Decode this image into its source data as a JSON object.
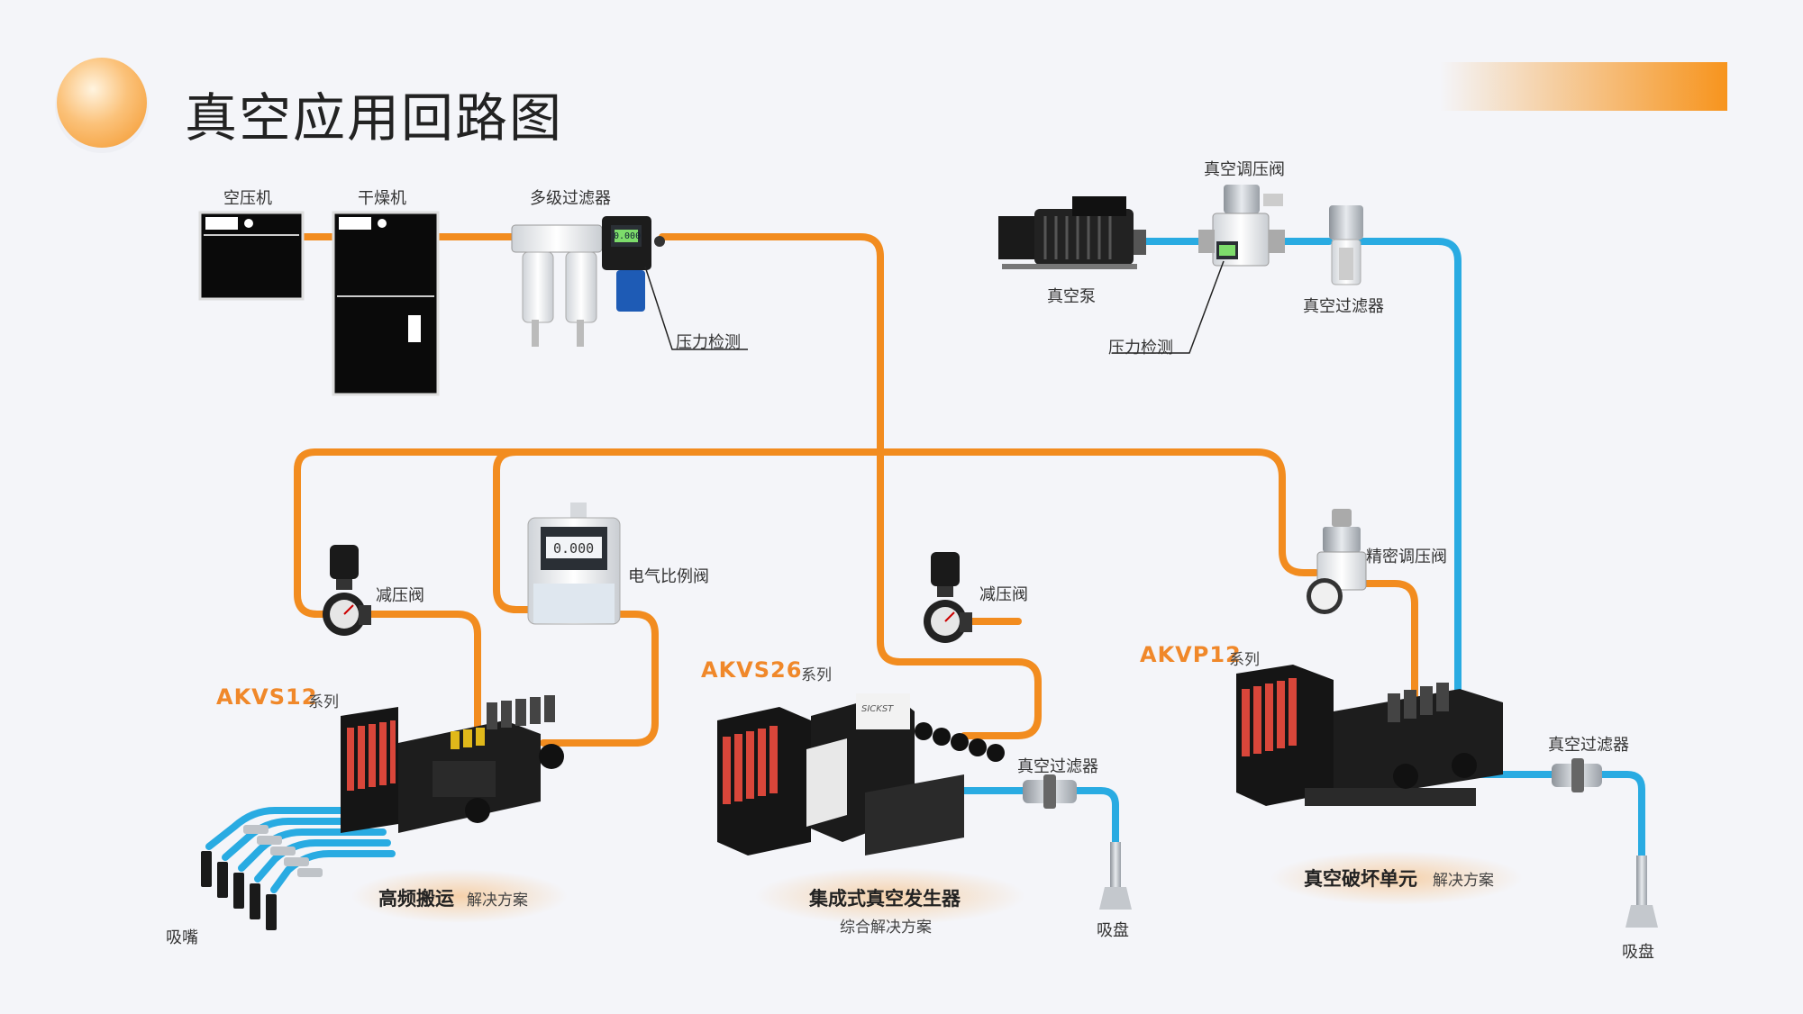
{
  "page": {
    "title": "真空应用回路图"
  },
  "colors": {
    "air_pipe": "#f28c1f",
    "vacuum_pipe": "#29abe2",
    "accent": "#f7941d"
  },
  "labels": {
    "compressor": "空压机",
    "dryer": "干燥机",
    "multi_filter": "多级过滤器",
    "pressure_detect_1": "压力检测",
    "vacuum_regulator": "真空调压阀",
    "vacuum_pump": "真空泵",
    "vacuum_filter_top": "真空过滤器",
    "pressure_detect_2": "压力检测",
    "reducer_1": "减压阀",
    "ep_valve": "电气比例阀",
    "reducer_2": "减压阀",
    "precision_regulator": "精密调压阀",
    "vacuum_filter_mid": "真空过滤器",
    "vacuum_filter_right": "真空过滤器",
    "nozzle": "吸嘴",
    "cup_mid": "吸盘",
    "cup_right": "吸盘"
  },
  "series": [
    {
      "code": "AKVS12",
      "word": "系列"
    },
    {
      "code": "AKVS26",
      "word": "系列"
    },
    {
      "code": "AKVP12",
      "word": "系列"
    }
  ],
  "solutions": [
    {
      "main": "高频搬运",
      "sub": "解决方案"
    },
    {
      "main": "集成式真空发生器",
      "sub": "综合解决方案"
    },
    {
      "main": "真空破坏单元",
      "sub": "解决方案"
    }
  ],
  "device_texts": {
    "display_reading": "0.000",
    "brand": "SICKST"
  }
}
